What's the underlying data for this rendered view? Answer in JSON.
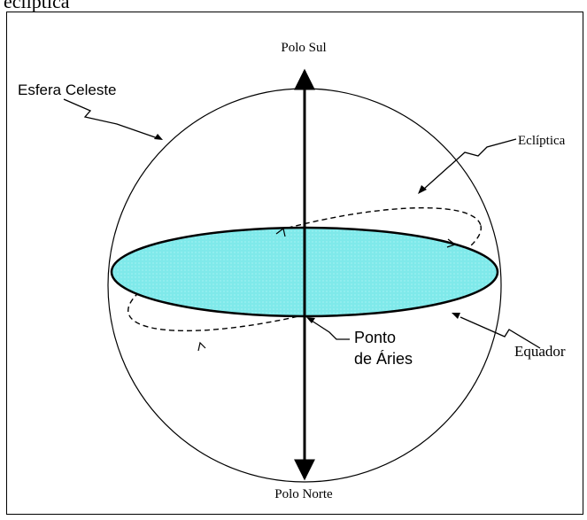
{
  "caption": "ecliptica",
  "labels": {
    "polo_sul": "Polo Sul",
    "polo_norte": "Polo Norte",
    "esfera_celeste": "Esfera Celeste",
    "ecliptica": "Eclíptica",
    "equador": "Equador",
    "ponto_line1": "Ponto",
    "ponto_line2": "de Áries"
  },
  "colors": {
    "equator_fill": "#7fe9ea",
    "line": "#000000"
  }
}
